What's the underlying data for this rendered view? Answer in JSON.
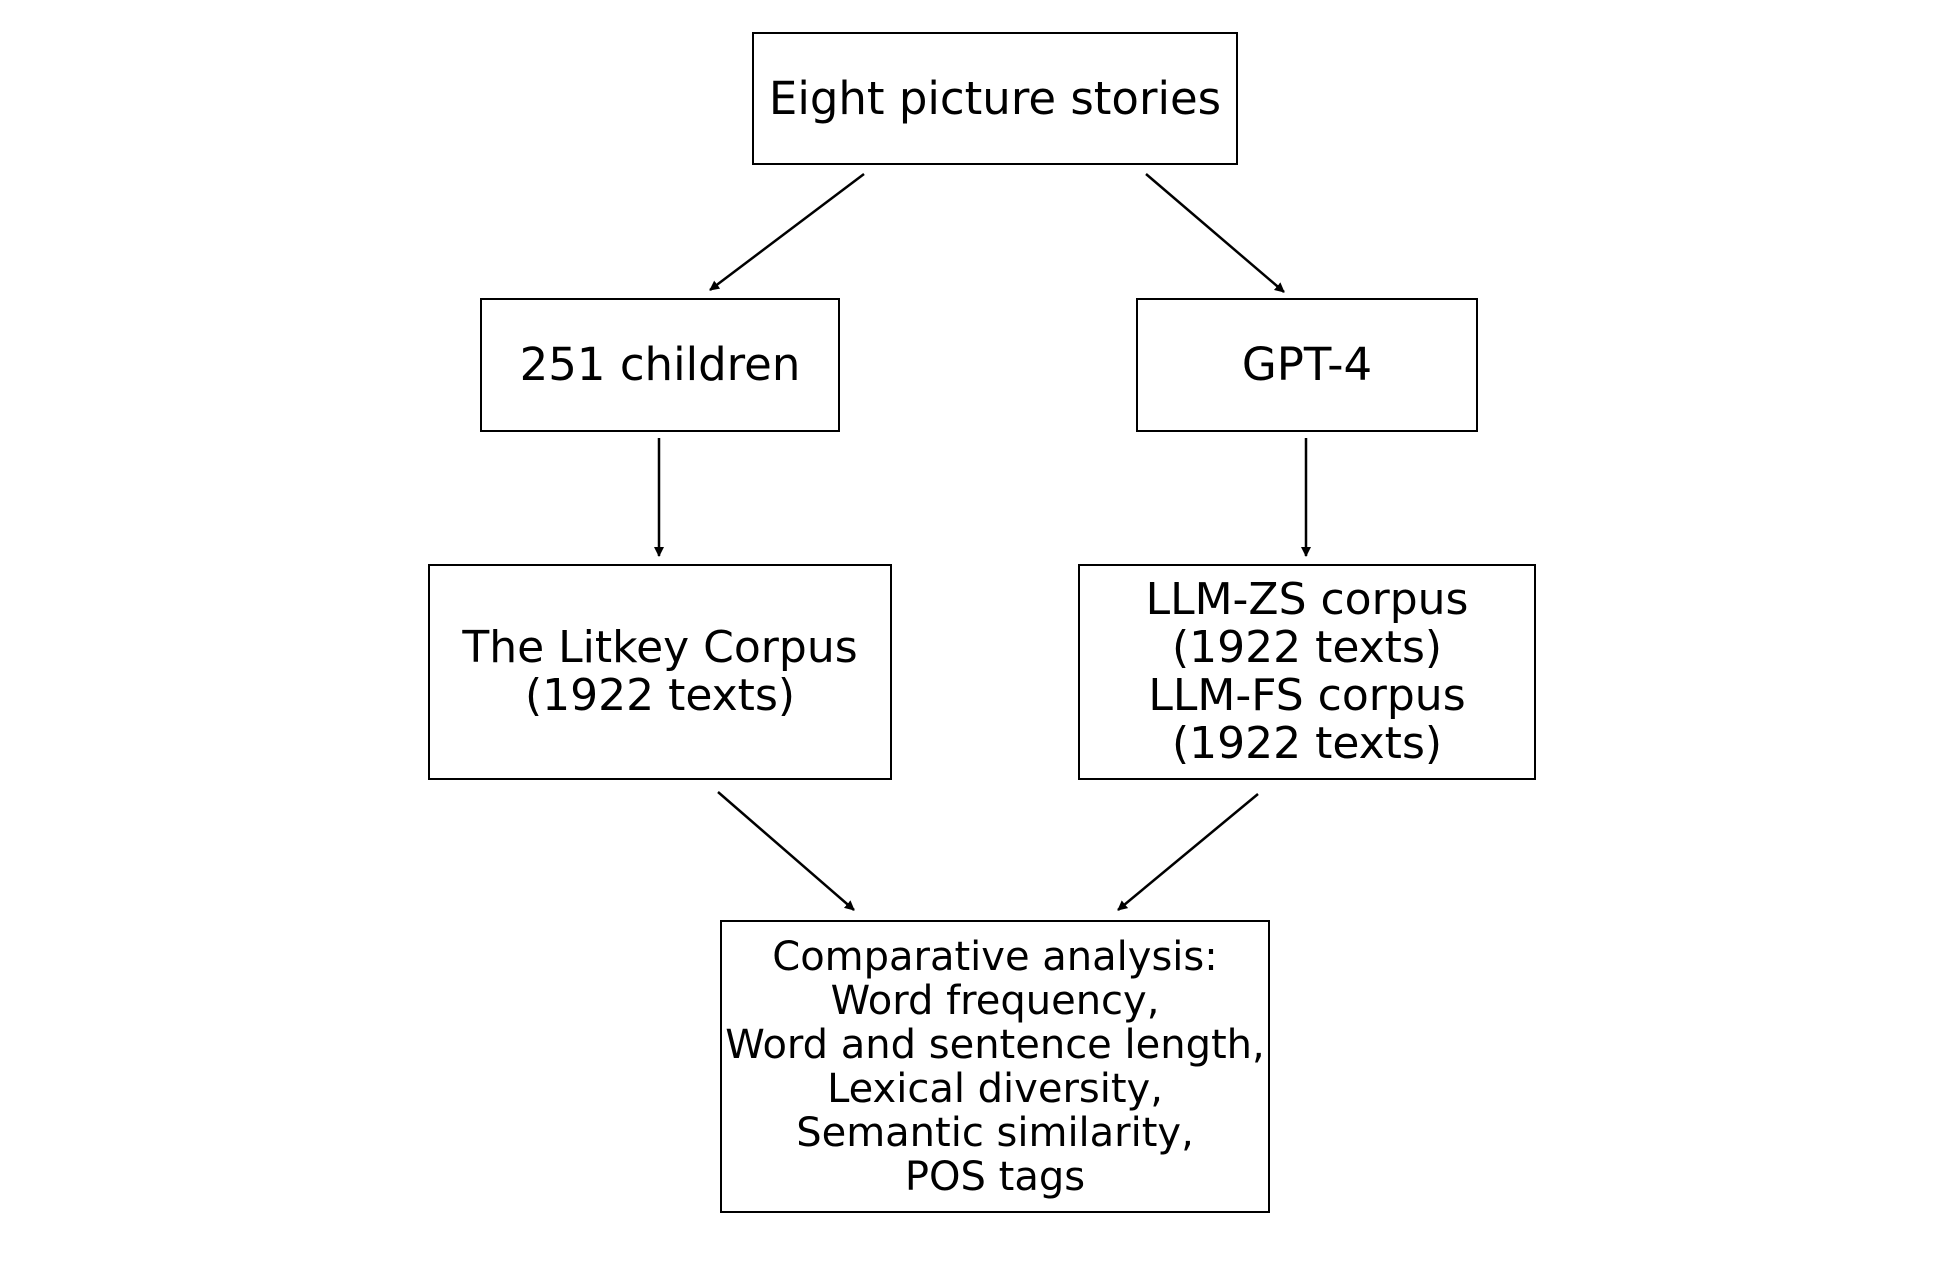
{
  "diagram": {
    "top": {
      "lines": [
        "Eight picture stories"
      ]
    },
    "left_source": {
      "lines": [
        "251 children"
      ]
    },
    "right_source": {
      "lines": [
        "GPT-4"
      ]
    },
    "left_corpus": {
      "lines": [
        "The Litkey Corpus",
        "(1922 texts)"
      ]
    },
    "right_corpus": {
      "lines": [
        "LLM-ZS corpus",
        "(1922 texts)",
        "LLM-FS corpus",
        "(1922 texts)"
      ]
    },
    "analysis": {
      "lines": [
        "Comparative analysis:",
        "Word frequency,",
        "Word and sentence length,",
        "Lexical diversity,",
        "Semantic similarity,",
        "POS tags"
      ]
    }
  }
}
